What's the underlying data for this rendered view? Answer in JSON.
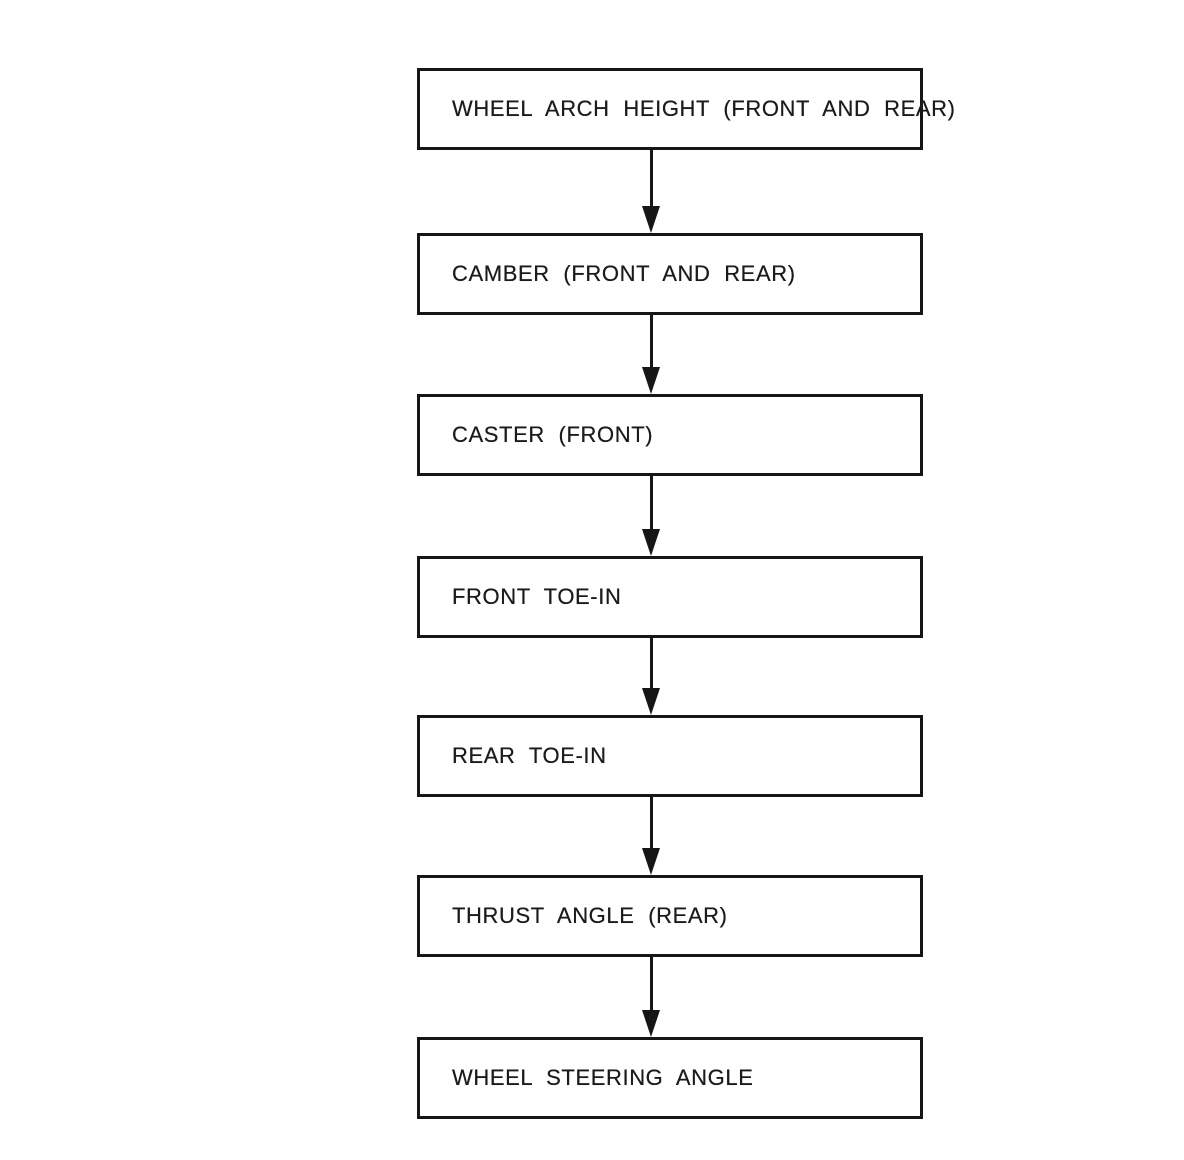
{
  "diagram": {
    "type": "flowchart",
    "direction": "top-to-bottom",
    "colors": {
      "background": "#ffffff",
      "line": "#161616",
      "text": "#1b1b1b"
    },
    "steps": [
      {
        "order": 1,
        "label": "WHEEL ARCH HEIGHT (FRONT AND REAR)"
      },
      {
        "order": 2,
        "label": "CAMBER (FRONT AND REAR)"
      },
      {
        "order": 3,
        "label": "CASTER (FRONT)"
      },
      {
        "order": 4,
        "label": "FRONT TOE-IN"
      },
      {
        "order": 5,
        "label": "REAR TOE-IN"
      },
      {
        "order": 6,
        "label": "THRUST ANGLE (REAR)"
      },
      {
        "order": 7,
        "label": "WHEEL STEERING ANGLE"
      }
    ],
    "connections": [
      {
        "from": 1,
        "to": 2
      },
      {
        "from": 2,
        "to": 3
      },
      {
        "from": 3,
        "to": 4
      },
      {
        "from": 4,
        "to": 5
      },
      {
        "from": 5,
        "to": 6
      },
      {
        "from": 6,
        "to": 7
      }
    ]
  }
}
